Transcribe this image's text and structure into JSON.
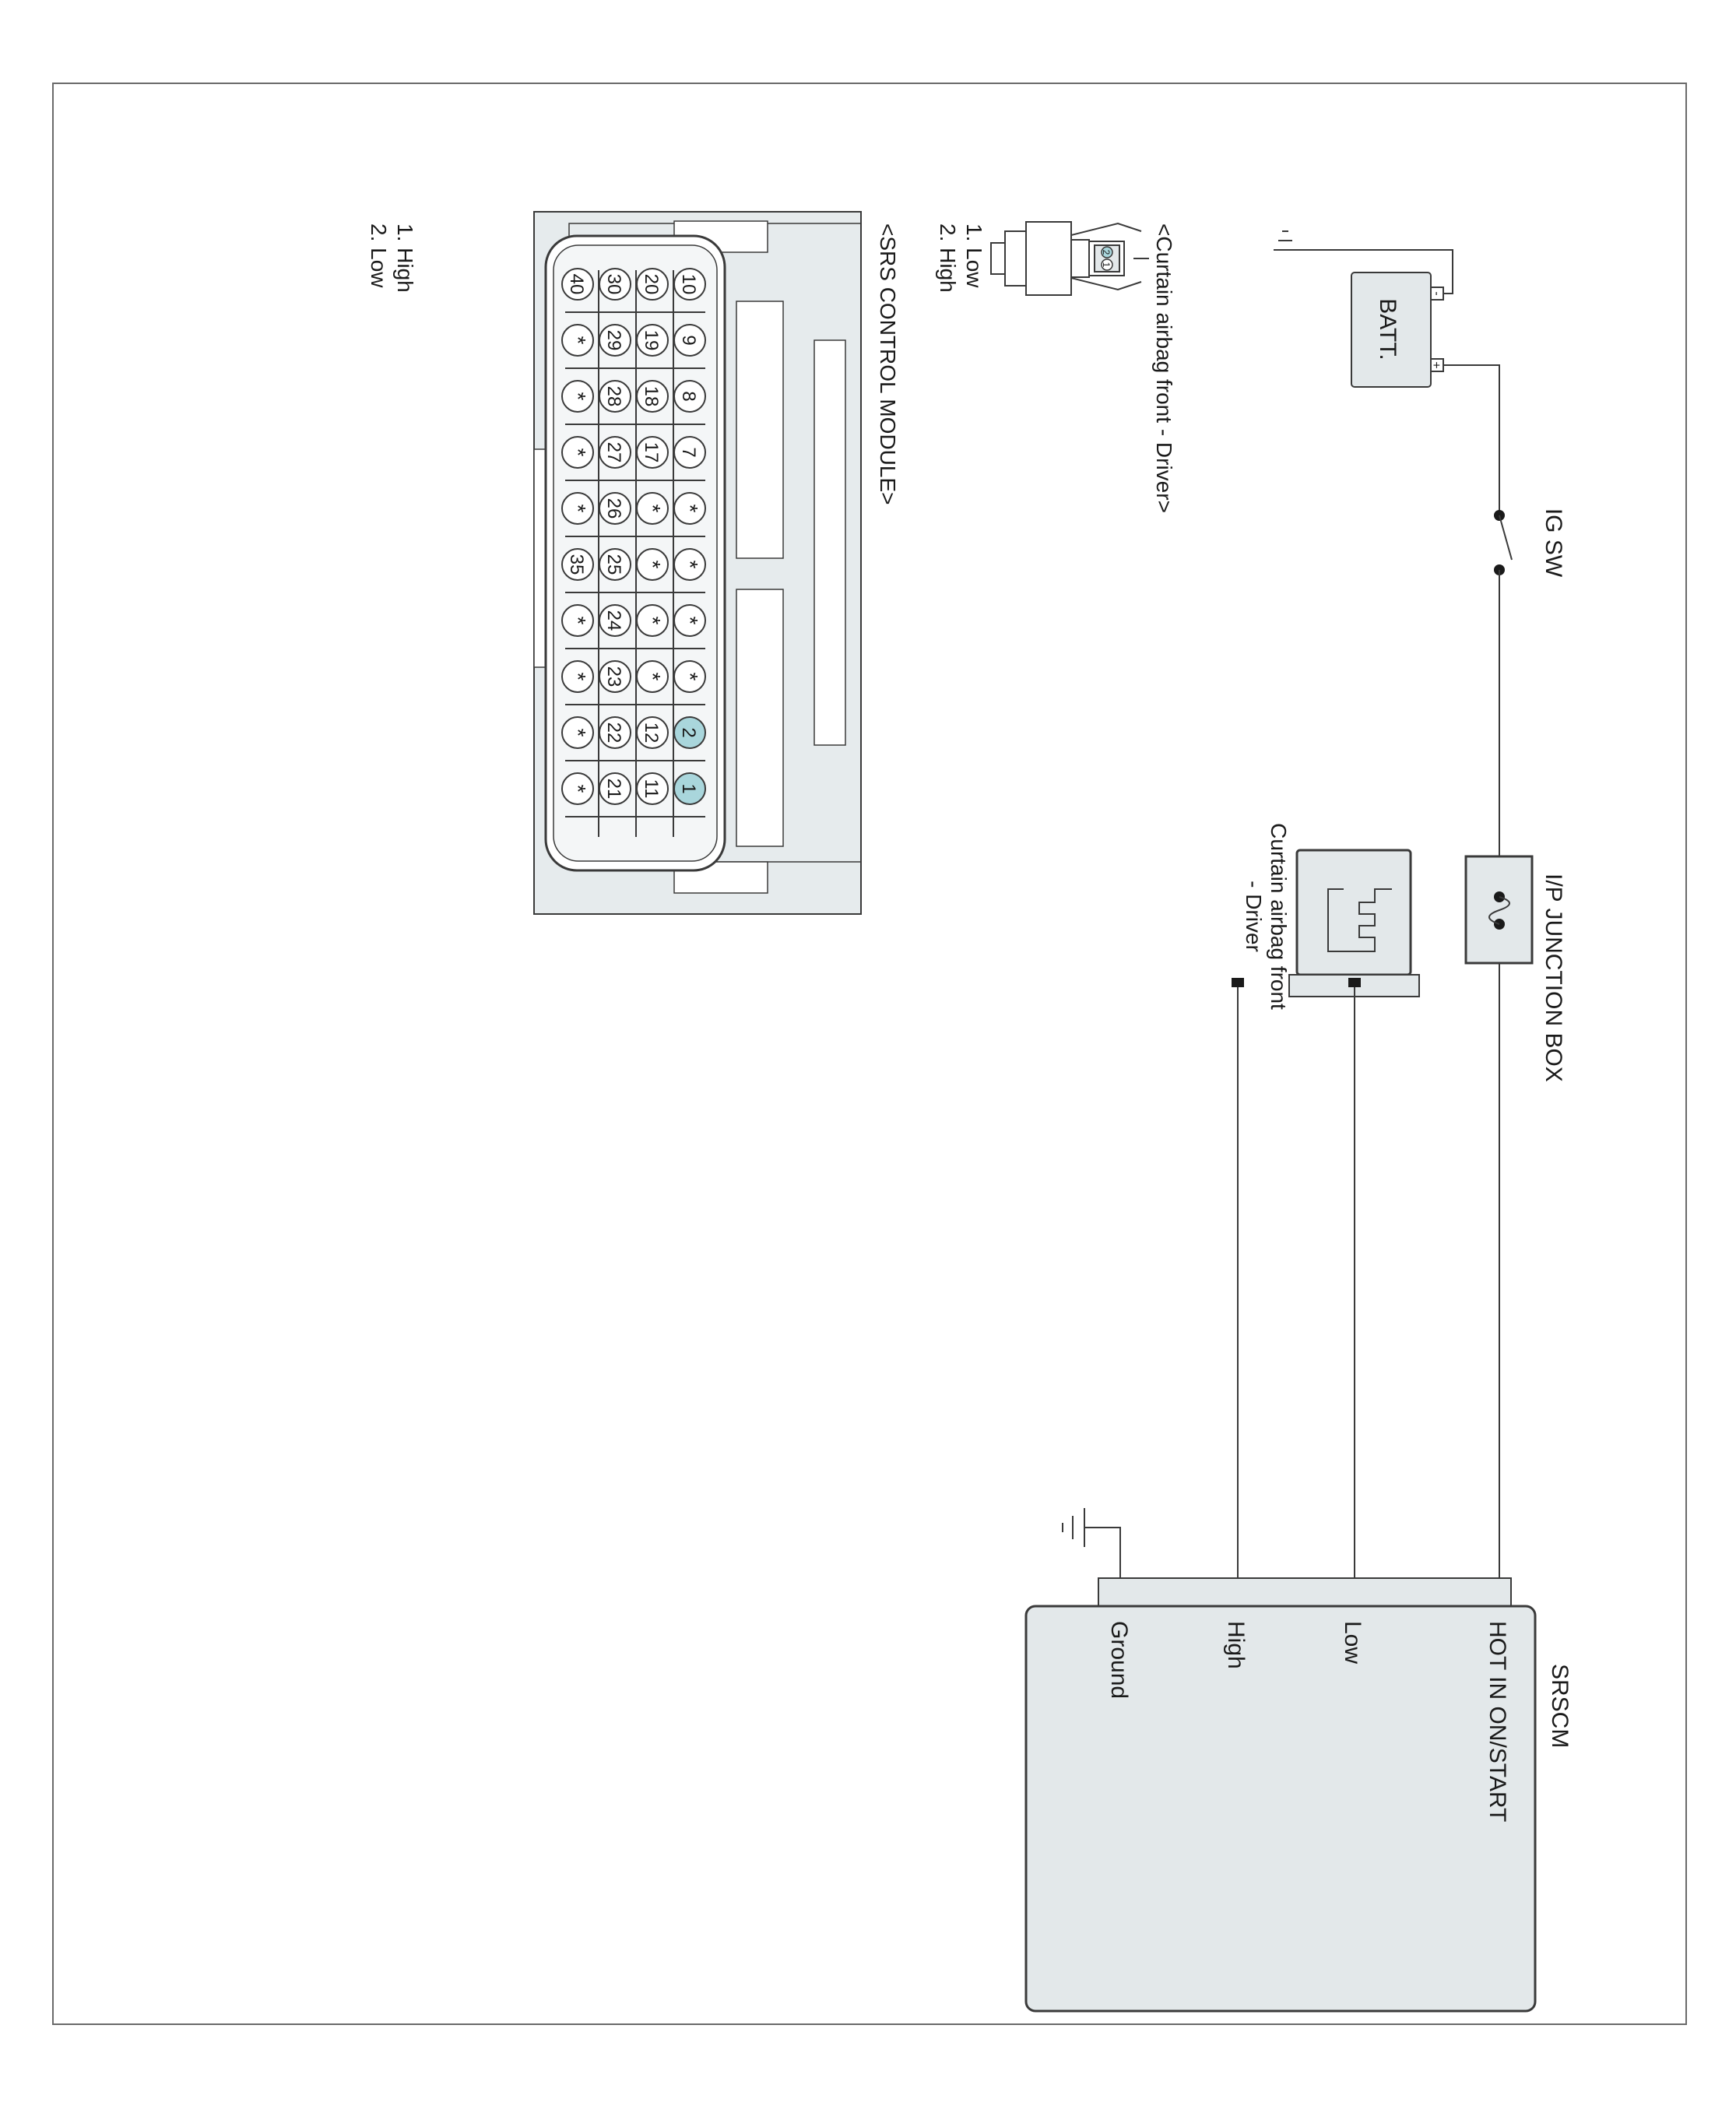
{
  "colors": {
    "frame": "#6a6a6a",
    "line": "#3a3a3a",
    "box_fill": "#e3e8ea",
    "pin_fill": "#ffffff",
    "pin_highlight": "#a9d6dc",
    "housing_fill": "#e6ebed",
    "text": "#1a1a1a"
  },
  "schematic": {
    "battery_label": "BATT.",
    "battery_neg": "-",
    "battery_pos": "+",
    "ig_switch_label": "IG SW",
    "junction_box_label": "I/P JUNCTION BOX",
    "airbag_label_line1": "Curtain airbag front",
    "airbag_label_line2": "- Driver",
    "srscm": {
      "title": "SRSCM",
      "pins": [
        "HOT IN ON/START",
        "Low",
        "High",
        "Ground"
      ]
    }
  },
  "airbag_connector": {
    "title": "<Curtain airbag front - Driver>",
    "pin_marks": [
      "2",
      "1"
    ],
    "pins": [
      "1. Low",
      "2. High"
    ]
  },
  "srs_connector": {
    "title": "<SRS CONTROL MODULE>",
    "pins": [
      "1. High",
      "2. Low"
    ],
    "rows": [
      [
        {
          "label": "10"
        },
        {
          "label": "9"
        },
        {
          "label": "8"
        },
        {
          "label": "7"
        },
        {
          "label": "*"
        },
        {
          "label": "*"
        },
        {
          "label": "*"
        },
        {
          "label": "*"
        },
        {
          "label": "2",
          "highlight": true
        },
        {
          "label": "1",
          "highlight": true
        }
      ],
      [
        {
          "label": "20"
        },
        {
          "label": "19"
        },
        {
          "label": "18"
        },
        {
          "label": "17"
        },
        {
          "label": "*"
        },
        {
          "label": "*"
        },
        {
          "label": "*"
        },
        {
          "label": "*"
        },
        {
          "label": "12"
        },
        {
          "label": "11"
        }
      ],
      [
        {
          "label": "30"
        },
        {
          "label": "29"
        },
        {
          "label": "28"
        },
        {
          "label": "27"
        },
        {
          "label": "26"
        },
        {
          "label": "25"
        },
        {
          "label": "24"
        },
        {
          "label": "23"
        },
        {
          "label": "22"
        },
        {
          "label": "21"
        }
      ],
      [
        {
          "label": "40"
        },
        {
          "label": "*"
        },
        {
          "label": "*"
        },
        {
          "label": "*"
        },
        {
          "label": "*"
        },
        {
          "label": "35"
        },
        {
          "label": "*"
        },
        {
          "label": "*"
        },
        {
          "label": "*"
        },
        {
          "label": "*"
        }
      ]
    ]
  }
}
